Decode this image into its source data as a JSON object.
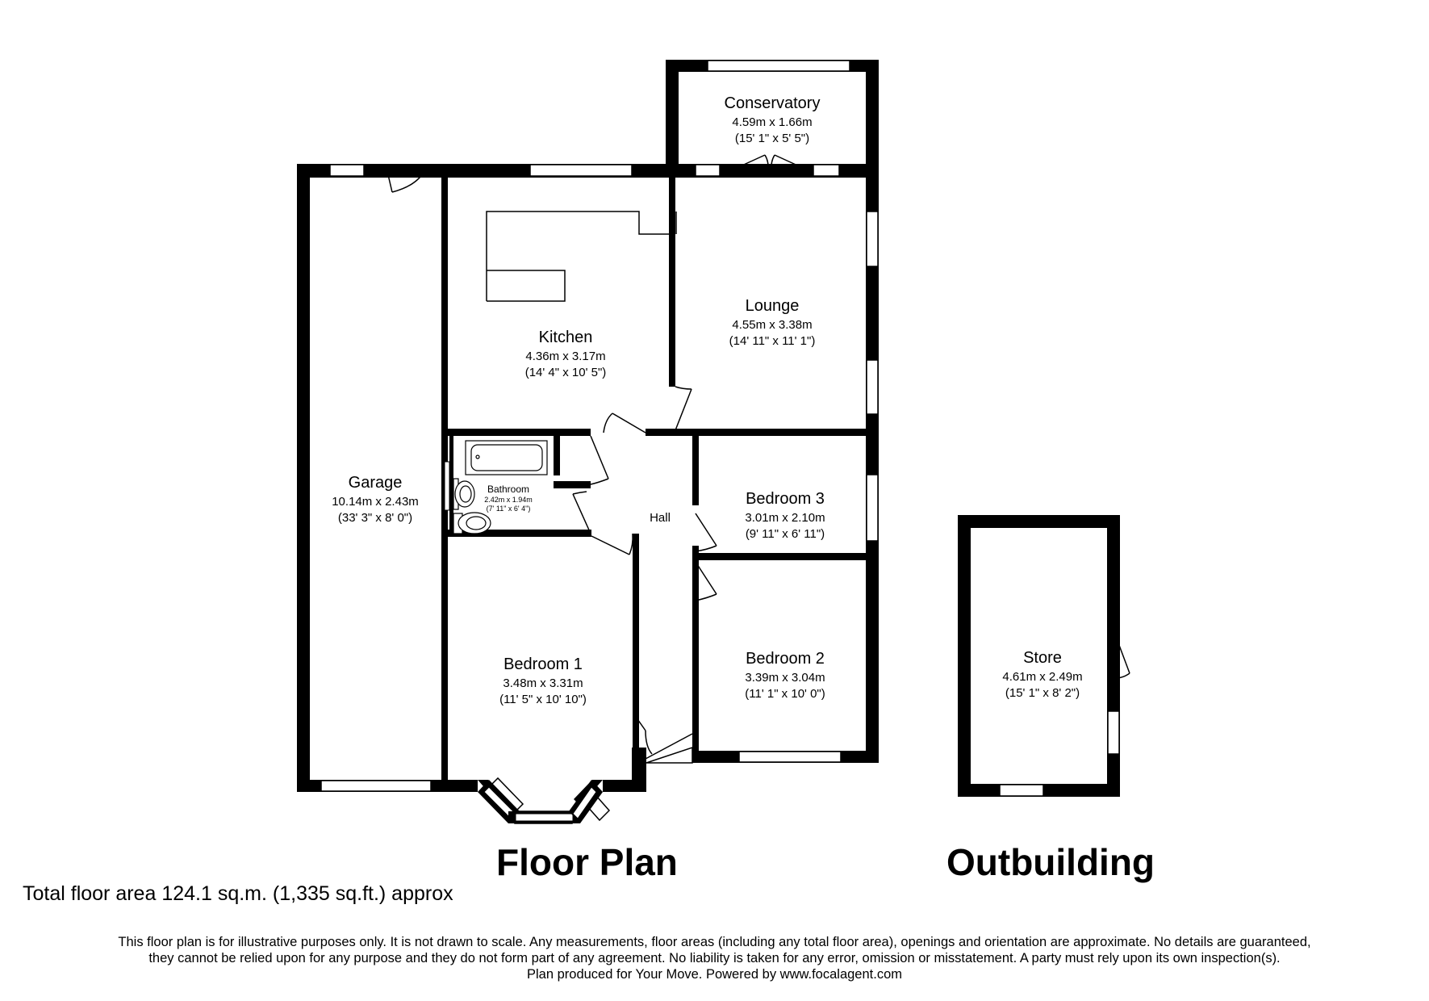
{
  "rooms": {
    "conservatory": {
      "name": "Conservatory",
      "metric": "4.59m x 1.66m",
      "imperial": "(15' 1\" x 5' 5\")"
    },
    "lounge": {
      "name": "Lounge",
      "metric": "4.55m x 3.38m",
      "imperial": "(14' 11\" x 11' 1\")"
    },
    "kitchen": {
      "name": "Kitchen",
      "metric": "4.36m x 3.17m",
      "imperial": "(14' 4\" x 10' 5\")"
    },
    "garage": {
      "name": "Garage",
      "metric": "10.14m x 2.43m",
      "imperial": "(33' 3\" x 8' 0\")"
    },
    "bathroom": {
      "name": "Bathroom",
      "metric": "2.42m x 1.94m",
      "imperial": "(7' 11\" x 6' 4\")"
    },
    "hall": {
      "name": "Hall"
    },
    "bedroom3": {
      "name": "Bedroom 3",
      "metric": "3.01m x 2.10m",
      "imperial": "(9' 11\" x 6' 11\")"
    },
    "bedroom2": {
      "name": "Bedroom 2",
      "metric": "3.39m x 3.04m",
      "imperial": "(11' 1\" x 10' 0\")"
    },
    "bedroom1": {
      "name": "Bedroom 1",
      "metric": "3.48m x 3.31m",
      "imperial": "(11' 5\" x 10' 10\")"
    },
    "store": {
      "name": "Store",
      "metric": "4.61m x 2.49m",
      "imperial": "(15' 1\" x 8' 2\")"
    }
  },
  "labels": {
    "floor_plan": "Floor Plan",
    "outbuilding": "Outbuilding"
  },
  "total_area": "Total floor area 124.1 sq.m. (1,335 sq.ft.) approx",
  "disclaimer": [
    "This floor plan is for illustrative purposes only. It is not drawn to scale. Any measurements, floor areas (including any total floor area), openings and orientation are approximate. No details are guaranteed,",
    "they cannot be relied upon for any purpose and they do not form part of any agreement. No liability is taken for any error, omission or misstatement. A party must rely upon its own inspection(s).",
    "Plan produced for Your Move. Powered by www.focalagent.com"
  ],
  "colors": {
    "wall": "#000000",
    "background": "#ffffff"
  }
}
